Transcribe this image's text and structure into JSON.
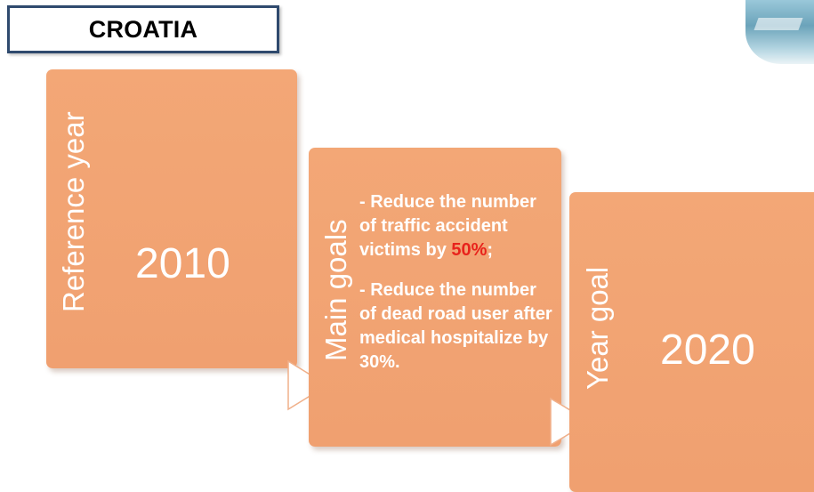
{
  "title": "CROATIA",
  "steps": [
    {
      "label": "Reference year",
      "value": "2010"
    },
    {
      "label": "Main goals",
      "goal1_part1": "- Reduce the number of traffic accident victims by ",
      "goal1_highlight": "50%",
      "goal1_part2": ";",
      "goal2": "- Reduce the number of dead road user after medical hospitalize by 30%."
    },
    {
      "label": "Year goal",
      "value": "2020"
    }
  ],
  "colors": {
    "block_fill": "#f3a776",
    "highlight": "#e8231c",
    "title_border": "#2f4a6e"
  }
}
